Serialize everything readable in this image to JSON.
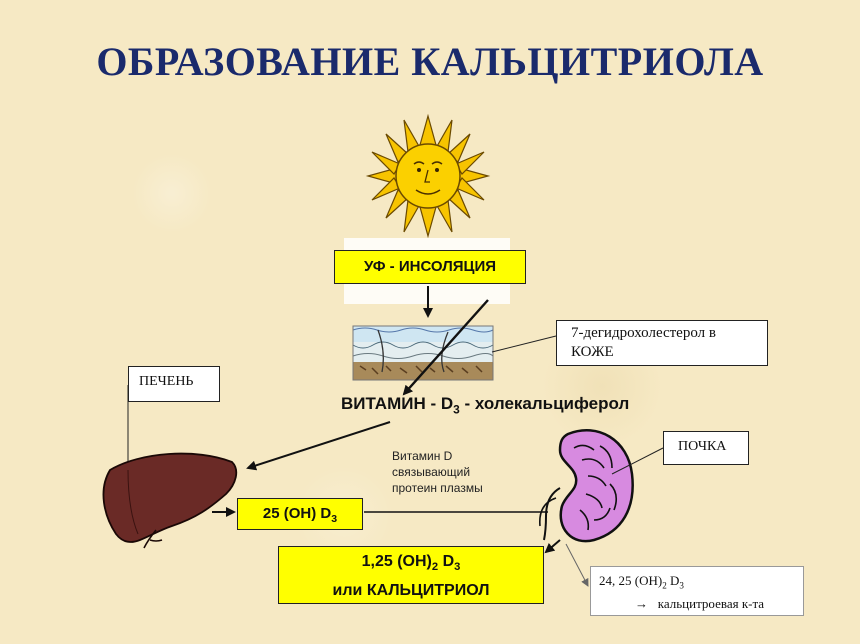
{
  "title": "ОБРАЗОВАНИЕ КАЛЬЦИТРИОЛА",
  "uv_label": "УФ - ИНСОЛЯЦИЯ",
  "skin_note": {
    "line1": "7-дегидрохолестерол в",
    "line2": "КОЖЕ"
  },
  "liver_label": "ПЕЧЕНЬ",
  "kidney_label": "ПОЧКА",
  "vitamin_d3": {
    "prefix": "ВИТАМИН - D",
    "sub": "3",
    "suffix": " - холекальциферол"
  },
  "binding_protein": {
    "line1": "Витамин D",
    "line2": "связывающий",
    "line3": "протеин плазмы"
  },
  "hydroxy_d3": {
    "prefix": "25 (ОН) D",
    "sub": "3"
  },
  "calcitriol": {
    "line1_a": "1,25 (ОН)",
    "line1_sub1": "2",
    "line1_b": " D",
    "line1_sub2": "3",
    "line2": "или  КАЛЬЦИТРИОЛ"
  },
  "metabolite": {
    "line1_a": "24, 25 (ОН)",
    "line1_sub1": "2",
    "line1_b": " D",
    "line1_sub2": "3",
    "arrow": "→",
    "line2": "кальцитроевая к-та"
  }
}
